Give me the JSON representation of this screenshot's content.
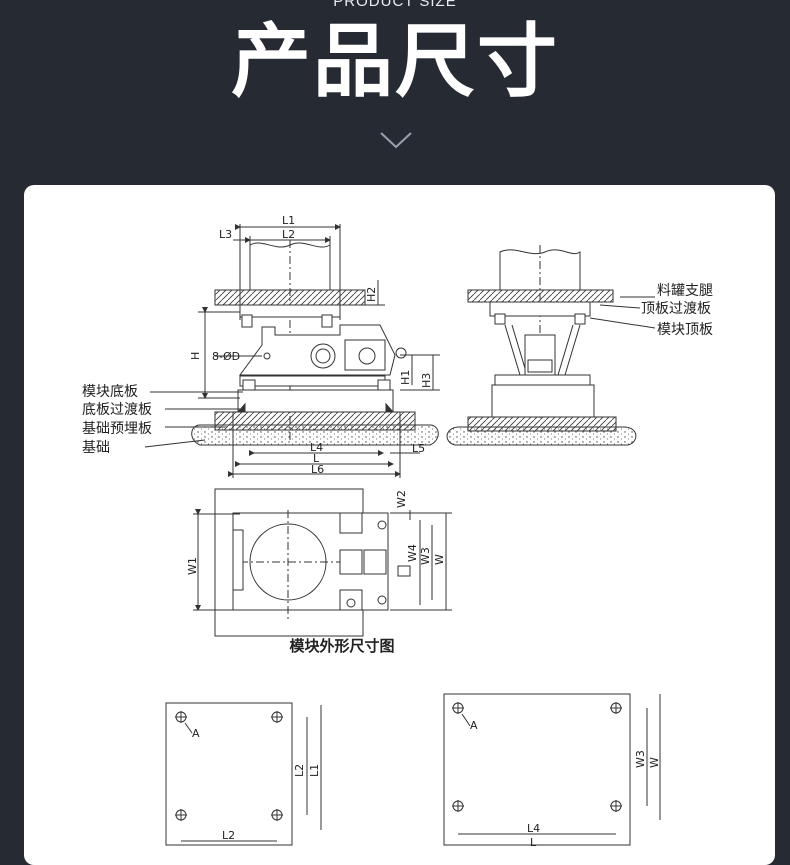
{
  "header": {
    "subtitle": "PRODUCT SIZE",
    "title": "产品尺寸"
  },
  "diagram": {
    "dimensions": [
      "L1",
      "L2",
      "L3",
      "L4",
      "L5",
      "L6",
      "L",
      "H",
      "H1",
      "H2",
      "H3",
      "W",
      "W1",
      "W2",
      "W3",
      "W4",
      "A"
    ],
    "hole_label": "8-ØD",
    "left_labels": [
      "模块底板",
      "底板过渡板",
      "基础预埋板",
      "基础"
    ],
    "right_labels": [
      "料罐支腿",
      "顶板过渡板",
      "模块顶板"
    ],
    "caption": "模块外形尺寸图"
  }
}
